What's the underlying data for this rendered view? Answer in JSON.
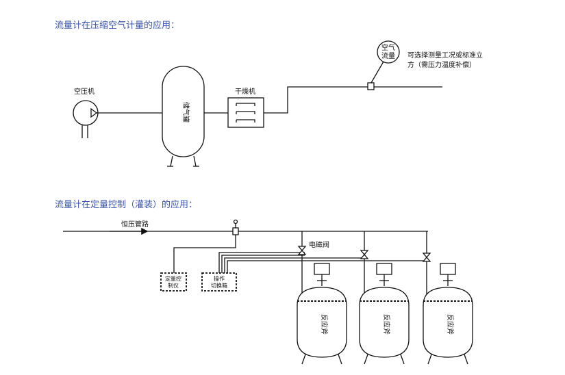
{
  "section1": {
    "title": "流量计在压缩空气计量的应用：",
    "compressor_label": "空压机",
    "tank_label": "储气罐",
    "dryer_label": "干燥机",
    "meter_line1": "空气",
    "meter_line2": "流量",
    "note_line1": "可选择测量工况或标准立",
    "note_line2": "方（需压力温度补偿）"
  },
  "section2": {
    "title": "流量计在定量控制（灌装）的应用：",
    "pipe_label": "恒压管路",
    "valve_label": "电磁阀",
    "controller_line1": "定量控",
    "controller_line2": "制仪",
    "switch_line1": "操作",
    "switch_line2": "切换箱",
    "reactors": [
      "反应斧",
      "反应斧",
      "反应斧"
    ]
  },
  "colors": {
    "title": "#3b55a6",
    "line": "#111111"
  }
}
